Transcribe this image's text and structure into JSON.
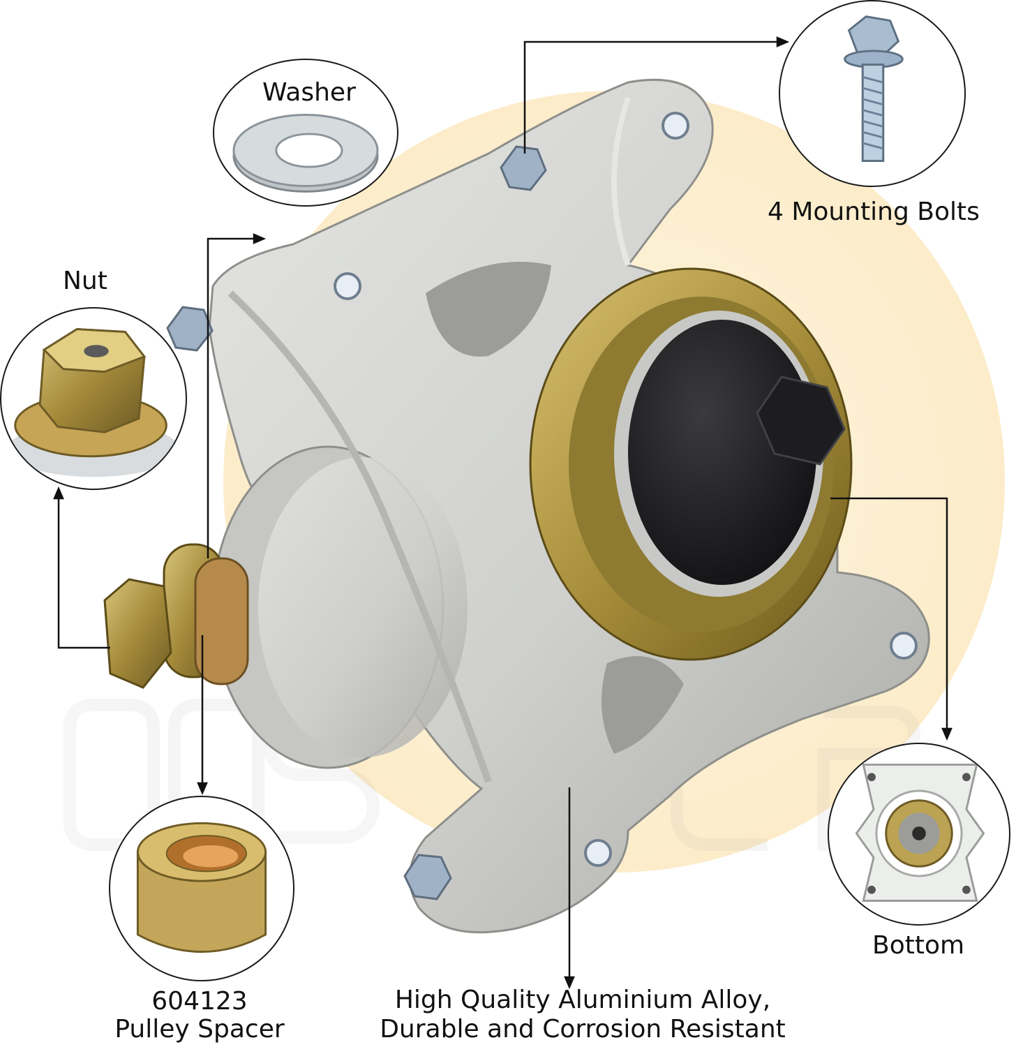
{
  "colors": {
    "aluminium": "#cfd0cd",
    "aluminium_shadow": "#a9aaa6",
    "brass": "#b9a24a",
    "brass_dark": "#7c6a26",
    "zinc": "#9db3c9",
    "black_cap": "#1e1f22",
    "glow": "#fbe9c1",
    "leader_line": "#111111"
  },
  "labels": {
    "washer": "Washer",
    "mounting_bolts": "4 Mounting Bolts",
    "nut": "Nut",
    "bottom": "Bottom",
    "spacer_part_number": "604123",
    "spacer_name": "Pulley Spacer",
    "material_line1": "High Quality Aluminium Alloy,",
    "material_line2": "Durable and Corrosion Resistant"
  },
  "callouts": [
    {
      "id": "washer",
      "icon": "washer-icon"
    },
    {
      "id": "mounting-bolt",
      "icon": "bolt-icon"
    },
    {
      "id": "nut",
      "icon": "flange-nut-icon"
    },
    {
      "id": "pulley-spacer",
      "icon": "spacer-bushing-icon"
    },
    {
      "id": "bottom-view",
      "icon": "spindle-bottom-icon"
    }
  ]
}
